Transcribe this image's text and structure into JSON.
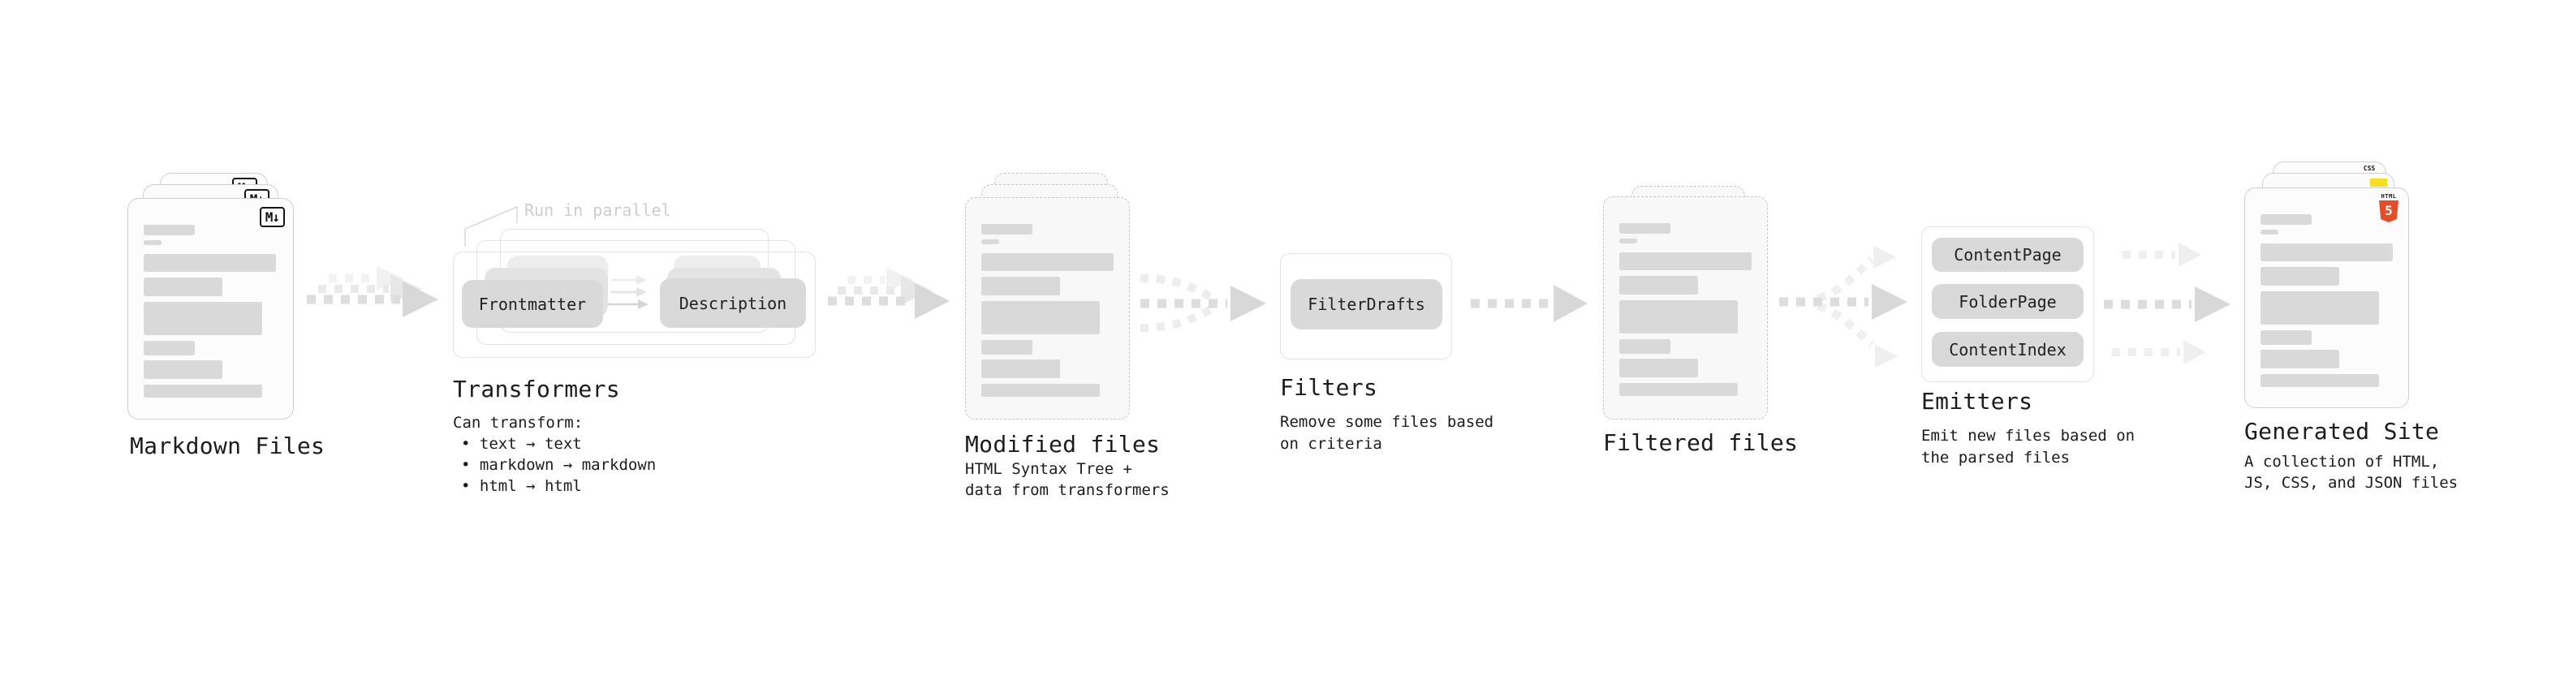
{
  "markdown": {
    "title": "Markdown Files",
    "badge": "M↓"
  },
  "transformers": {
    "callout": "Run in parallel",
    "pill_left": "Frontmatter",
    "pill_right": "Description",
    "title": "Transformers",
    "caption_heading": "Can transform:",
    "bullets": [
      "• text → text",
      "• markdown → markdown",
      "• html → html"
    ]
  },
  "modified": {
    "title": "Modified files",
    "caption": [
      "HTML Syntax Tree +",
      "data from transformers"
    ]
  },
  "filters": {
    "pill": "FilterDrafts",
    "title": "Filters",
    "caption": [
      "Remove some files based",
      "on criteria"
    ]
  },
  "filtered": {
    "title": "Filtered files"
  },
  "emitters": {
    "pills": [
      "ContentPage",
      "FolderPage",
      "ContentIndex"
    ],
    "title": "Emitters",
    "caption": [
      "Emit new files based on",
      "the parsed files"
    ]
  },
  "generated": {
    "title": "Generated Site",
    "caption": [
      "A collection of HTML,",
      "JS, CSS, and JSON files"
    ],
    "css_badge": "CSS",
    "html_badge_label": "HTML",
    "html_badge_number": "5"
  },
  "colors": {
    "background": "#ffffff",
    "text": "#1c1c1c",
    "placeholder_bar": "#d9d9d9",
    "pill_gray": "#d9d9d9",
    "card_border": "#cfcfcf",
    "dashed_border": "#c6c6c6",
    "box_border": "#e3e3e3",
    "arrow_dark": "#d8d8d8",
    "arrow_light": "#efefef",
    "callout_gray": "#cdcdcd",
    "html5_orange": "#e44d26",
    "js_yellow": "#f7df1e",
    "css_blue": "#2965f1"
  }
}
